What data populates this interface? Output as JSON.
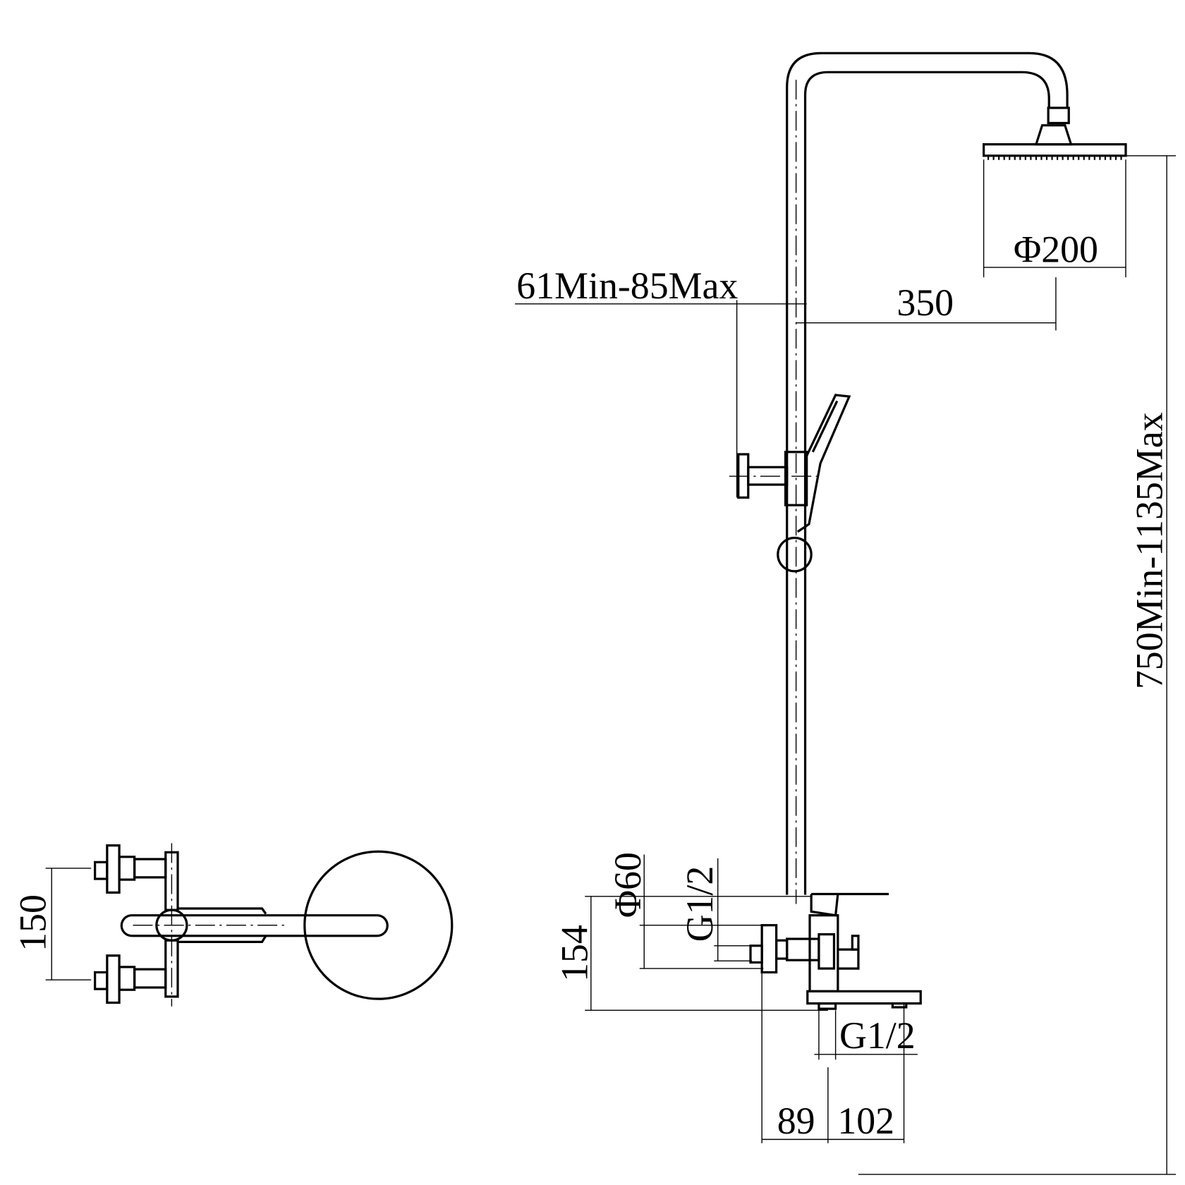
{
  "drawing": {
    "title": "Shower system technical drawing",
    "dimensions": {
      "head_diameter": "Φ200",
      "arm_projection": "350",
      "wall_distance": "61Min-85Max",
      "height_range": "750Min-1135Max",
      "inlet_spacing": "150",
      "mixer_height": "154",
      "flange_diameter": "Φ60",
      "inlet_thread": "G1/2",
      "outlet_thread": "G1/2",
      "wall_to_spout": "89",
      "spout_reach": "102"
    }
  }
}
